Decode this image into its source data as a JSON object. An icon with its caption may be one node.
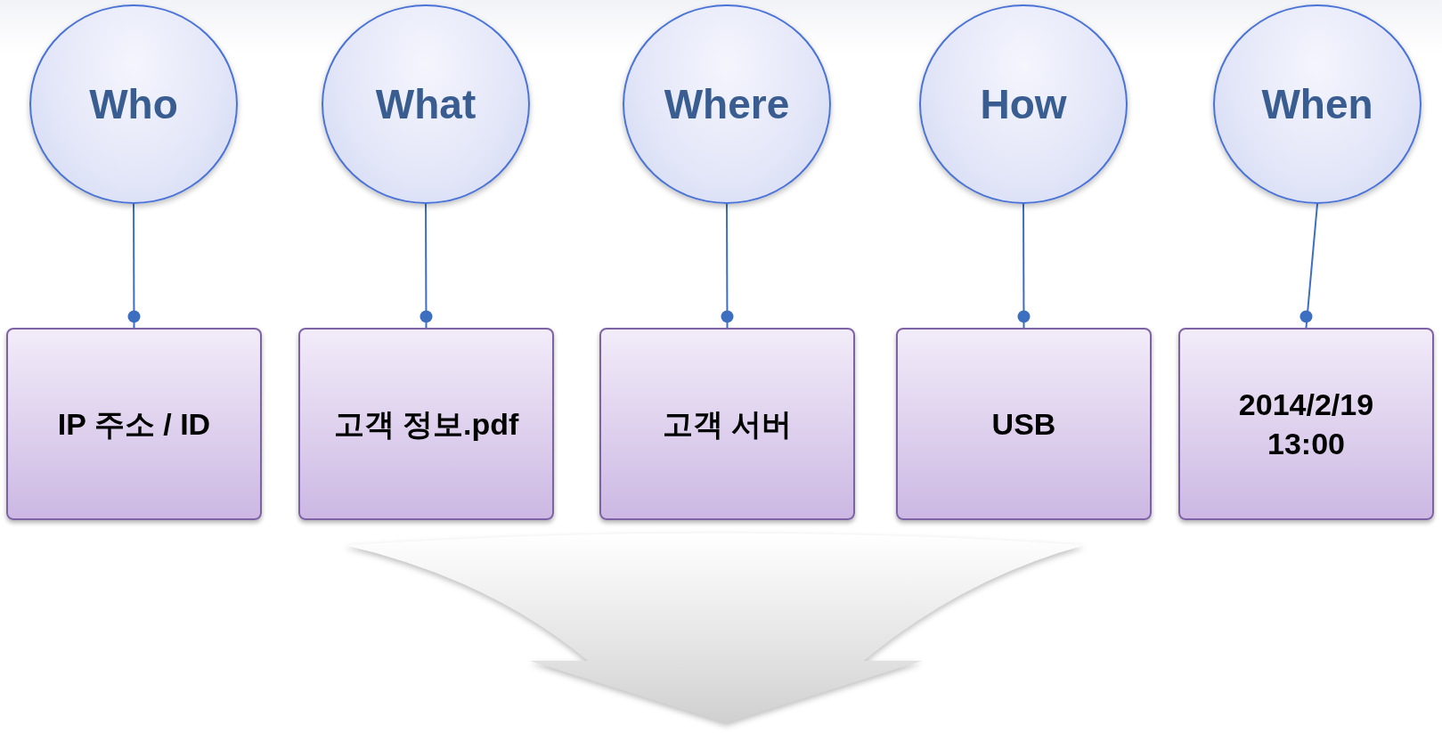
{
  "diagram": {
    "nodes": [
      {
        "text": [
          "Who"
        ]
      },
      {
        "text": [
          "What"
        ]
      },
      {
        "text": [
          "Where"
        ]
      },
      {
        "text": [
          "How"
        ]
      },
      {
        "text": [
          "When"
        ]
      },
      {
        "text": [
          "IP 주소 / ID"
        ]
      },
      {
        "text": [
          "고객 정보.pdf"
        ]
      },
      {
        "text": [
          "고객 서버"
        ]
      },
      {
        "text": [
          "USB"
        ]
      },
      {
        "text": [
          "2014/2/19 13:00"
        ]
      }
    ],
    "edges": [
      {
        "from": 0,
        "to": 5,
        "arrow": "other"
      },
      {
        "from": 1,
        "to": 6,
        "arrow": "other"
      },
      {
        "from": 2,
        "to": 7,
        "arrow": "other"
      },
      {
        "from": 3,
        "to": 8,
        "arrow": "other"
      },
      {
        "from": 4,
        "to": 9,
        "arrow": "other"
      }
    ]
  }
}
